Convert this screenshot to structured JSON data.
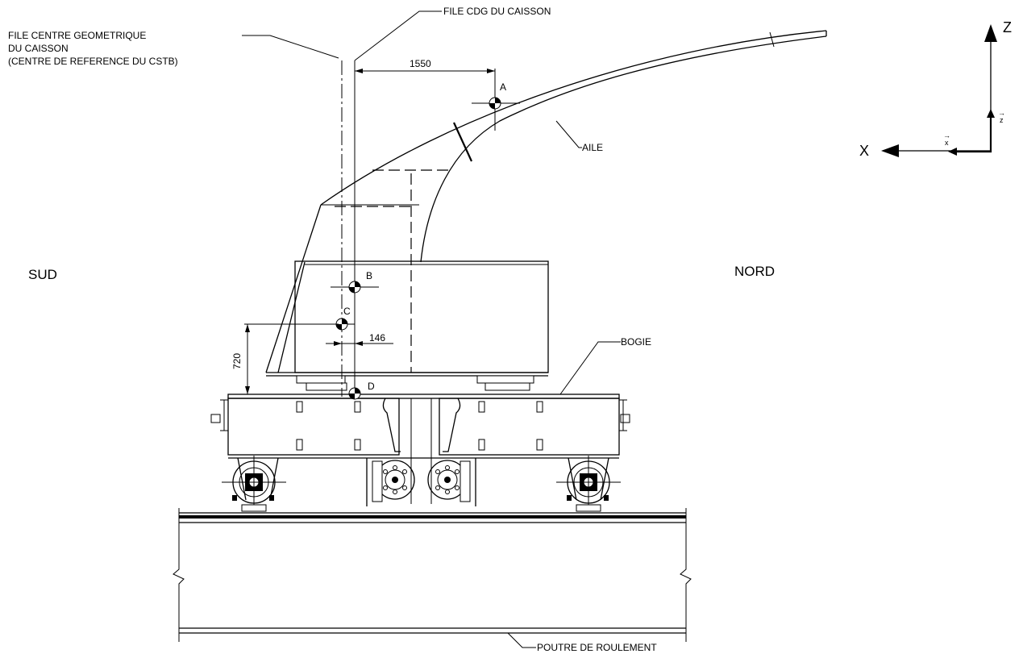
{
  "labels": {
    "file_cdg": "FILE CDG DU CAISSON",
    "file_centre_line1": "FILE CENTRE GEOMETRIQUE",
    "file_centre_line2": "DU CAISSON",
    "file_centre_line3": "(CENTRE DE REFERENCE DU CSTB)",
    "aile": "AILE",
    "bogie": "BOGIE",
    "poutre": "POUTRE DE ROULEMENT",
    "sud": "SUD",
    "nord": "NORD"
  },
  "dimensions": {
    "offset_a": "1550",
    "offset_c": "146",
    "height_c": "720"
  },
  "points": {
    "a": "A",
    "b": "B",
    "c": "C",
    "d": "D"
  },
  "axes": {
    "z_big": "Z",
    "x_big": "X",
    "z_small": "z",
    "x_small": "x",
    "vector_mark": "→"
  }
}
